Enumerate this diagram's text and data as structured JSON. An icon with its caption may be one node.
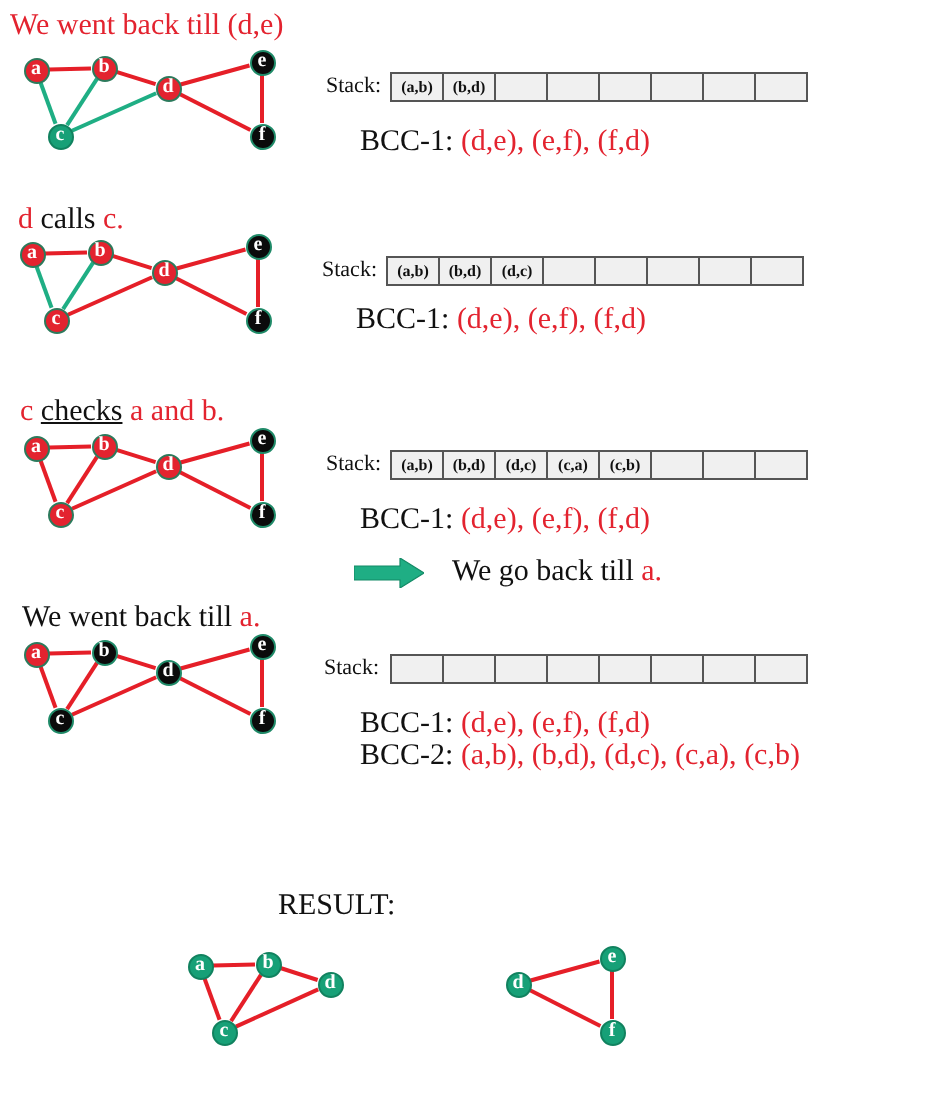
{
  "diagram": {
    "nodes": [
      {
        "text": [
          "a"
        ]
      },
      {
        "text": [
          "b"
        ]
      },
      {
        "text": [
          "c"
        ]
      },
      {
        "text": [
          "d"
        ]
      },
      {
        "text": [
          "e"
        ]
      },
      {
        "text": [
          "f"
        ]
      },
      {
        "text": [
          "a"
        ]
      },
      {
        "text": [
          "b"
        ]
      },
      {
        "text": [
          "c"
        ]
      },
      {
        "text": [
          "d"
        ]
      },
      {
        "text": [
          "e"
        ]
      },
      {
        "text": [
          "f"
        ]
      },
      {
        "text": [
          "a"
        ]
      },
      {
        "text": [
          "b"
        ]
      },
      {
        "text": [
          "c"
        ]
      },
      {
        "text": [
          "d"
        ]
      },
      {
        "text": [
          "e"
        ]
      },
      {
        "text": [
          "f"
        ]
      },
      {
        "text": [
          "a"
        ]
      },
      {
        "text": [
          "b"
        ]
      },
      {
        "text": [
          "c"
        ]
      },
      {
        "text": [
          "d"
        ]
      },
      {
        "text": [
          "e"
        ]
      },
      {
        "text": [
          "f"
        ]
      },
      {
        "text": [
          "a"
        ]
      },
      {
        "text": [
          "b"
        ]
      },
      {
        "text": [
          "c"
        ]
      },
      {
        "text": [
          "d"
        ]
      },
      {
        "text": [
          "d"
        ]
      },
      {
        "text": [
          "e"
        ]
      },
      {
        "text": [
          "f"
        ]
      }
    ],
    "edges": [
      {
        "from": 0,
        "to": 1,
        "arrow": "none"
      },
      {
        "from": 0,
        "to": 2,
        "arrow": "none",
        "color": "#1fae84"
      },
      {
        "from": 1,
        "to": 2,
        "arrow": "none",
        "color": "#1fae84"
      },
      {
        "from": 1,
        "to": 3,
        "arrow": "none"
      },
      {
        "from": 2,
        "to": 3,
        "arrow": "none",
        "color": "#1fae84"
      },
      {
        "from": 3,
        "to": 4,
        "arrow": "none"
      },
      {
        "from": 3,
        "to": 5,
        "arrow": "none"
      },
      {
        "from": 4,
        "to": 5,
        "arrow": "none"
      },
      {
        "from": 6,
        "to": 7,
        "arrow": "none"
      },
      {
        "from": 6,
        "to": 8,
        "arrow": "none",
        "color": "#1fae84"
      },
      {
        "from": 7,
        "to": 8,
        "arrow": "none",
        "color": "#1fae84"
      },
      {
        "from": 7,
        "to": 9,
        "arrow": "none"
      },
      {
        "from": 8,
        "to": 9,
        "arrow": "none"
      },
      {
        "from": 9,
        "to": 10,
        "arrow": "none"
      },
      {
        "from": 9,
        "to": 11,
        "arrow": "none"
      },
      {
        "from": 10,
        "to": 11,
        "arrow": "none"
      },
      {
        "from": 12,
        "to": 13,
        "arrow": "none"
      },
      {
        "from": 12,
        "to": 14,
        "arrow": "none"
      },
      {
        "from": 13,
        "to": 14,
        "arrow": "none"
      },
      {
        "from": 13,
        "to": 15,
        "arrow": "none"
      },
      {
        "from": 14,
        "to": 15,
        "arrow": "none"
      },
      {
        "from": 15,
        "to": 16,
        "arrow": "none"
      },
      {
        "from": 15,
        "to": 17,
        "arrow": "none"
      },
      {
        "from": 16,
        "to": 17,
        "arrow": "none"
      },
      {
        "from": 18,
        "to": 19,
        "arrow": "none"
      },
      {
        "from": 18,
        "to": 20,
        "arrow": "none"
      },
      {
        "from": 19,
        "to": 20,
        "arrow": "none"
      },
      {
        "from": 19,
        "to": 21,
        "arrow": "none"
      },
      {
        "from": 20,
        "to": 21,
        "arrow": "none"
      },
      {
        "from": 21,
        "to": 22,
        "arrow": "none"
      },
      {
        "from": 21,
        "to": 23,
        "arrow": "none"
      },
      {
        "from": 22,
        "to": 23,
        "arrow": "none"
      },
      {
        "from": 24,
        "to": 25,
        "arrow": "none"
      },
      {
        "from": 24,
        "to": 26,
        "arrow": "none"
      },
      {
        "from": 25,
        "to": 26,
        "arrow": "none"
      },
      {
        "from": 25,
        "to": 27,
        "arrow": "none"
      },
      {
        "from": 26,
        "to": 27,
        "arrow": "none"
      },
      {
        "from": 28,
        "to": 29,
        "arrow": "none"
      },
      {
        "from": 28,
        "to": 30,
        "arrow": "none"
      },
      {
        "from": 29,
        "to": 30,
        "arrow": "none"
      }
    ],
    "labels": [
      "We went back till (d,e)",
      "Stack:",
      "(a,b)",
      "(b,d)",
      "BCC-1: (d,e), (e,f), (f,d)",
      "d calls c.",
      "Stack:",
      "(a,b)",
      "(b,d)",
      "(d,c)",
      "BCC-1: (d,e), (e,f), (f,d)",
      "c checks a and b.",
      "Stack:",
      "(a,b)",
      "(b,d)",
      "(d,c)",
      "(c,a)",
      "(c,b)",
      "BCC-1: (d,e), (e,f), (f,d)",
      "We go back till a.",
      "We went back till a.",
      "Stack:",
      "BCC-1: (d,e), (e,f), (f,d)",
      "BCC-2: (a,b), (b,d), (d,c), (c,a), (c,b)",
      "RESULT:"
    ]
  }
}
